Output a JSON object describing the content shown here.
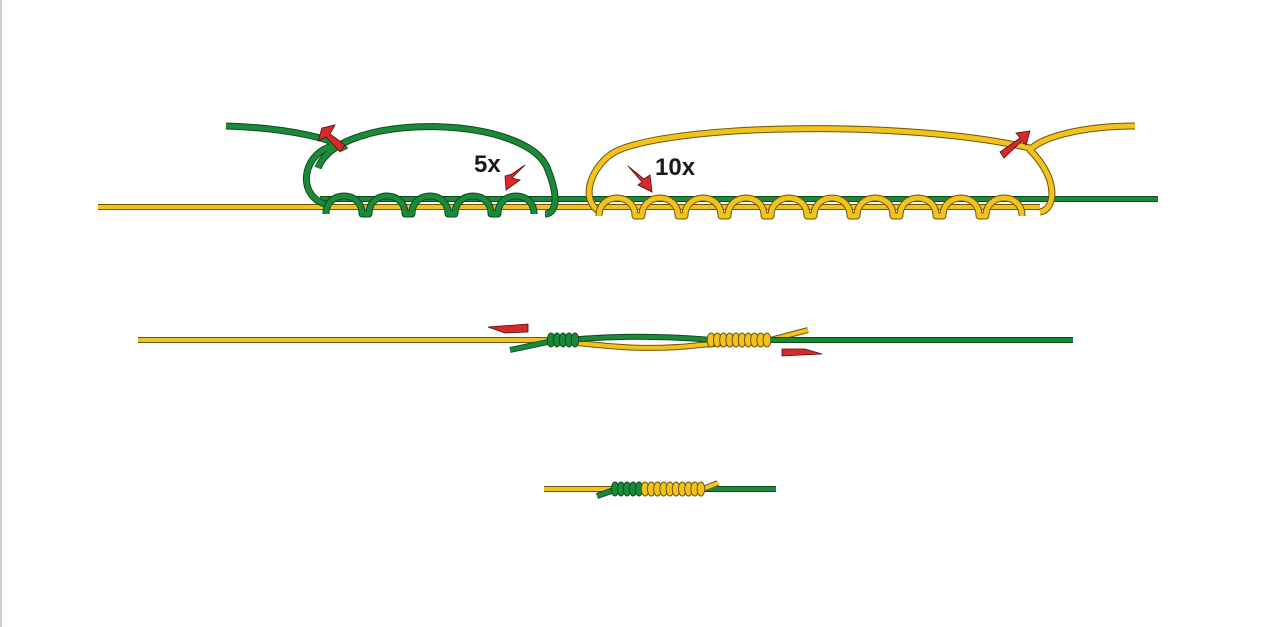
{
  "labels": {
    "green_wraps": "5x",
    "yellow_wraps": "10x"
  },
  "colors": {
    "green": "#1a8a3a",
    "green_dark": "#0d4a1e",
    "yellow": "#f4c21c",
    "yellow_dark": "#6b5508",
    "arrow": "#d42a2a",
    "arrow_dark": "#5a0a0a"
  },
  "steps": [
    {
      "name": "step-1-wrapping",
      "green_wraps": 5,
      "yellow_wraps": 10
    },
    {
      "name": "step-2-pulling",
      "green_wraps": 5,
      "yellow_wraps": 10
    },
    {
      "name": "step-3-finished",
      "green_wraps": 5,
      "yellow_wraps": 10
    }
  ]
}
